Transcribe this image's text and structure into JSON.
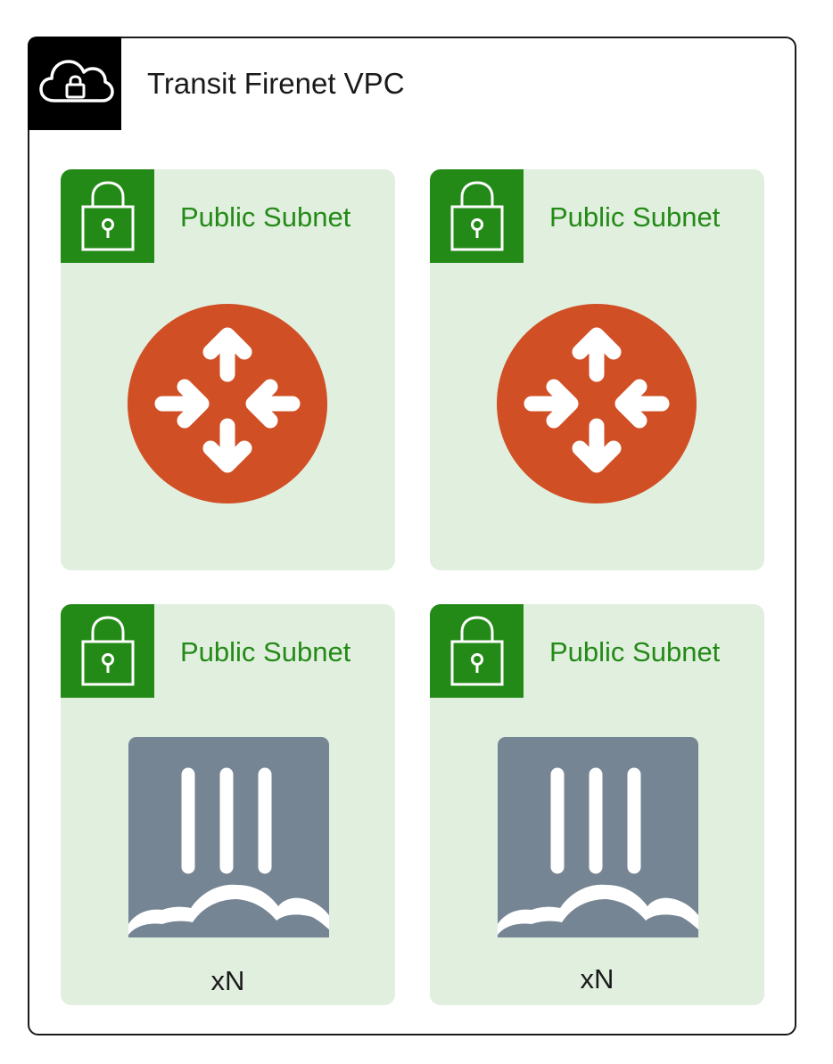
{
  "vpc": {
    "title": "Transit Firenet VPC",
    "icon": "cloud-lock-icon",
    "border_color": "#1a1a1a",
    "badge_color": "#000000"
  },
  "subnets": [
    {
      "label": "Public Subnet",
      "icon": "padlock-icon",
      "content_icon": "router-icon",
      "count_label": ""
    },
    {
      "label": "Public Subnet",
      "icon": "padlock-icon",
      "content_icon": "router-icon",
      "count_label": ""
    },
    {
      "label": "Public Subnet",
      "icon": "padlock-icon",
      "content_icon": "firewall-icon",
      "count_label": "xN"
    },
    {
      "label": "Public Subnet",
      "icon": "padlock-icon",
      "content_icon": "firewall-icon",
      "count_label": "xN"
    }
  ],
  "colors": {
    "subnet_fill": "#e1efdf",
    "subnet_accent": "#248a17",
    "router": "#d14f25",
    "firewall": "#758594"
  }
}
